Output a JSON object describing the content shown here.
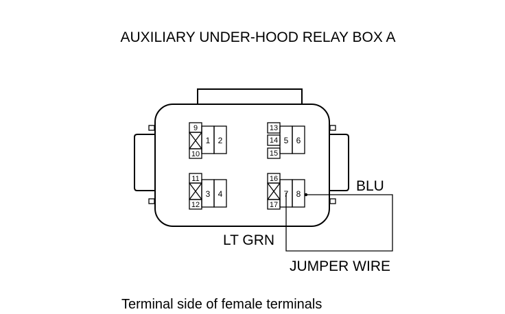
{
  "title": "AUXILIARY UNDER-HOOD RELAY BOX A",
  "caption": "Terminal side of female terminals",
  "wires": {
    "blu": "BLU",
    "lt_grn": "LT GRN",
    "jumper": "JUMPER WIRE"
  },
  "terminals": {
    "t1": "1",
    "t2": "2",
    "t3": "3",
    "t4": "4",
    "t5": "5",
    "t6": "6",
    "t7": "7",
    "t8": "8",
    "t9": "9",
    "t10": "10",
    "t11": "11",
    "t12": "12",
    "t13": "13",
    "t14": "14",
    "t15": "15",
    "t16": "16",
    "t17": "17"
  }
}
